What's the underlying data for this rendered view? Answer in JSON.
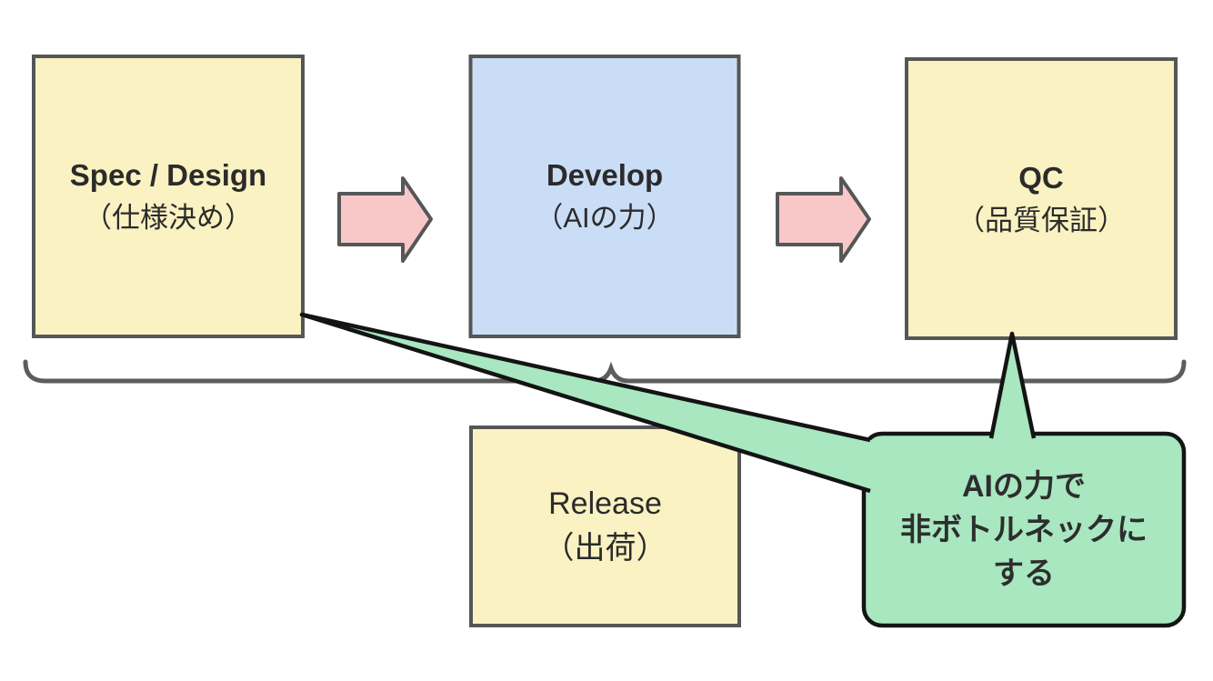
{
  "diagram": {
    "boxes": {
      "spec": {
        "title": "Spec / Design",
        "subtitle": "（仕様決め）"
      },
      "develop": {
        "title": "Develop",
        "subtitle": "（AIの力）"
      },
      "qc": {
        "title": "QC",
        "subtitle": "（品質保証）"
      },
      "release": {
        "title": "Release",
        "subtitle": "（出荷）"
      }
    },
    "callout": {
      "line1": "AIの力で",
      "line2": "非ボトルネックに",
      "line3": "する"
    },
    "colors": {
      "yellow": "#FAF2C2",
      "blue": "#CADDF6",
      "pink": "#F8C8C8",
      "green": "#A8E7C0",
      "border_gray": "#565656",
      "outline_black": "#141414",
      "text": "#2B2B2B"
    }
  }
}
